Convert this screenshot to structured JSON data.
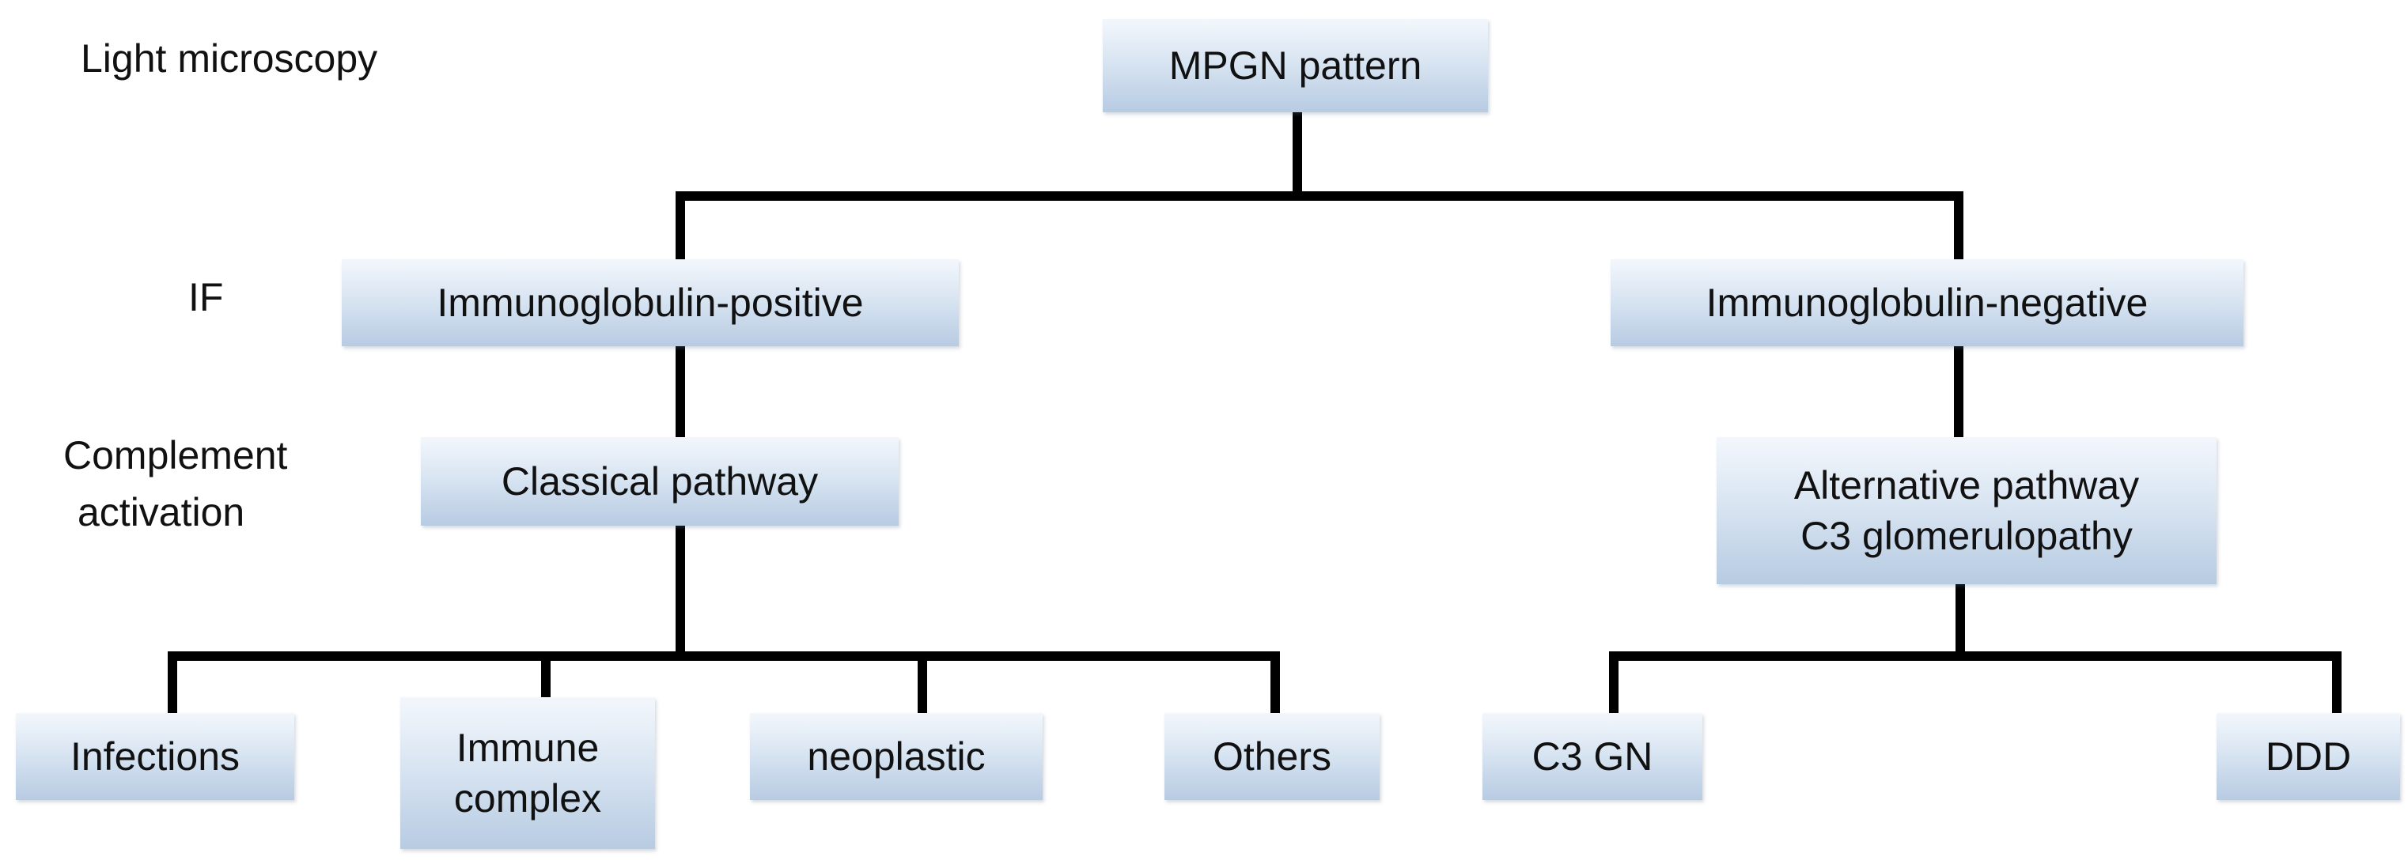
{
  "levels": {
    "light_microscopy": "Light microscopy",
    "if": "IF",
    "complement_line1": "Complement",
    "complement_line2": "activation"
  },
  "nodes": {
    "mpgn_pattern": "MPGN pattern",
    "immunoglobulin_positive": "Immunoglobulin-positive",
    "immunoglobulin_negative": "Immunoglobulin-negative",
    "classical_pathway": "Classical pathway",
    "alternative_line1": "Alternative pathway",
    "alternative_line2": "C3 glomerulopathy",
    "infections": "Infections",
    "immune_line1": "Immune",
    "immune_line2": "complex",
    "neoplastic": "neoplastic",
    "others": "Others",
    "c3gn": "C3 GN",
    "ddd": "DDD"
  },
  "colors": {
    "box_gradient_top": "#f3f7fc",
    "box_gradient_bottom": "#b7cbe2",
    "connector": "#000000",
    "text": "#111111"
  }
}
